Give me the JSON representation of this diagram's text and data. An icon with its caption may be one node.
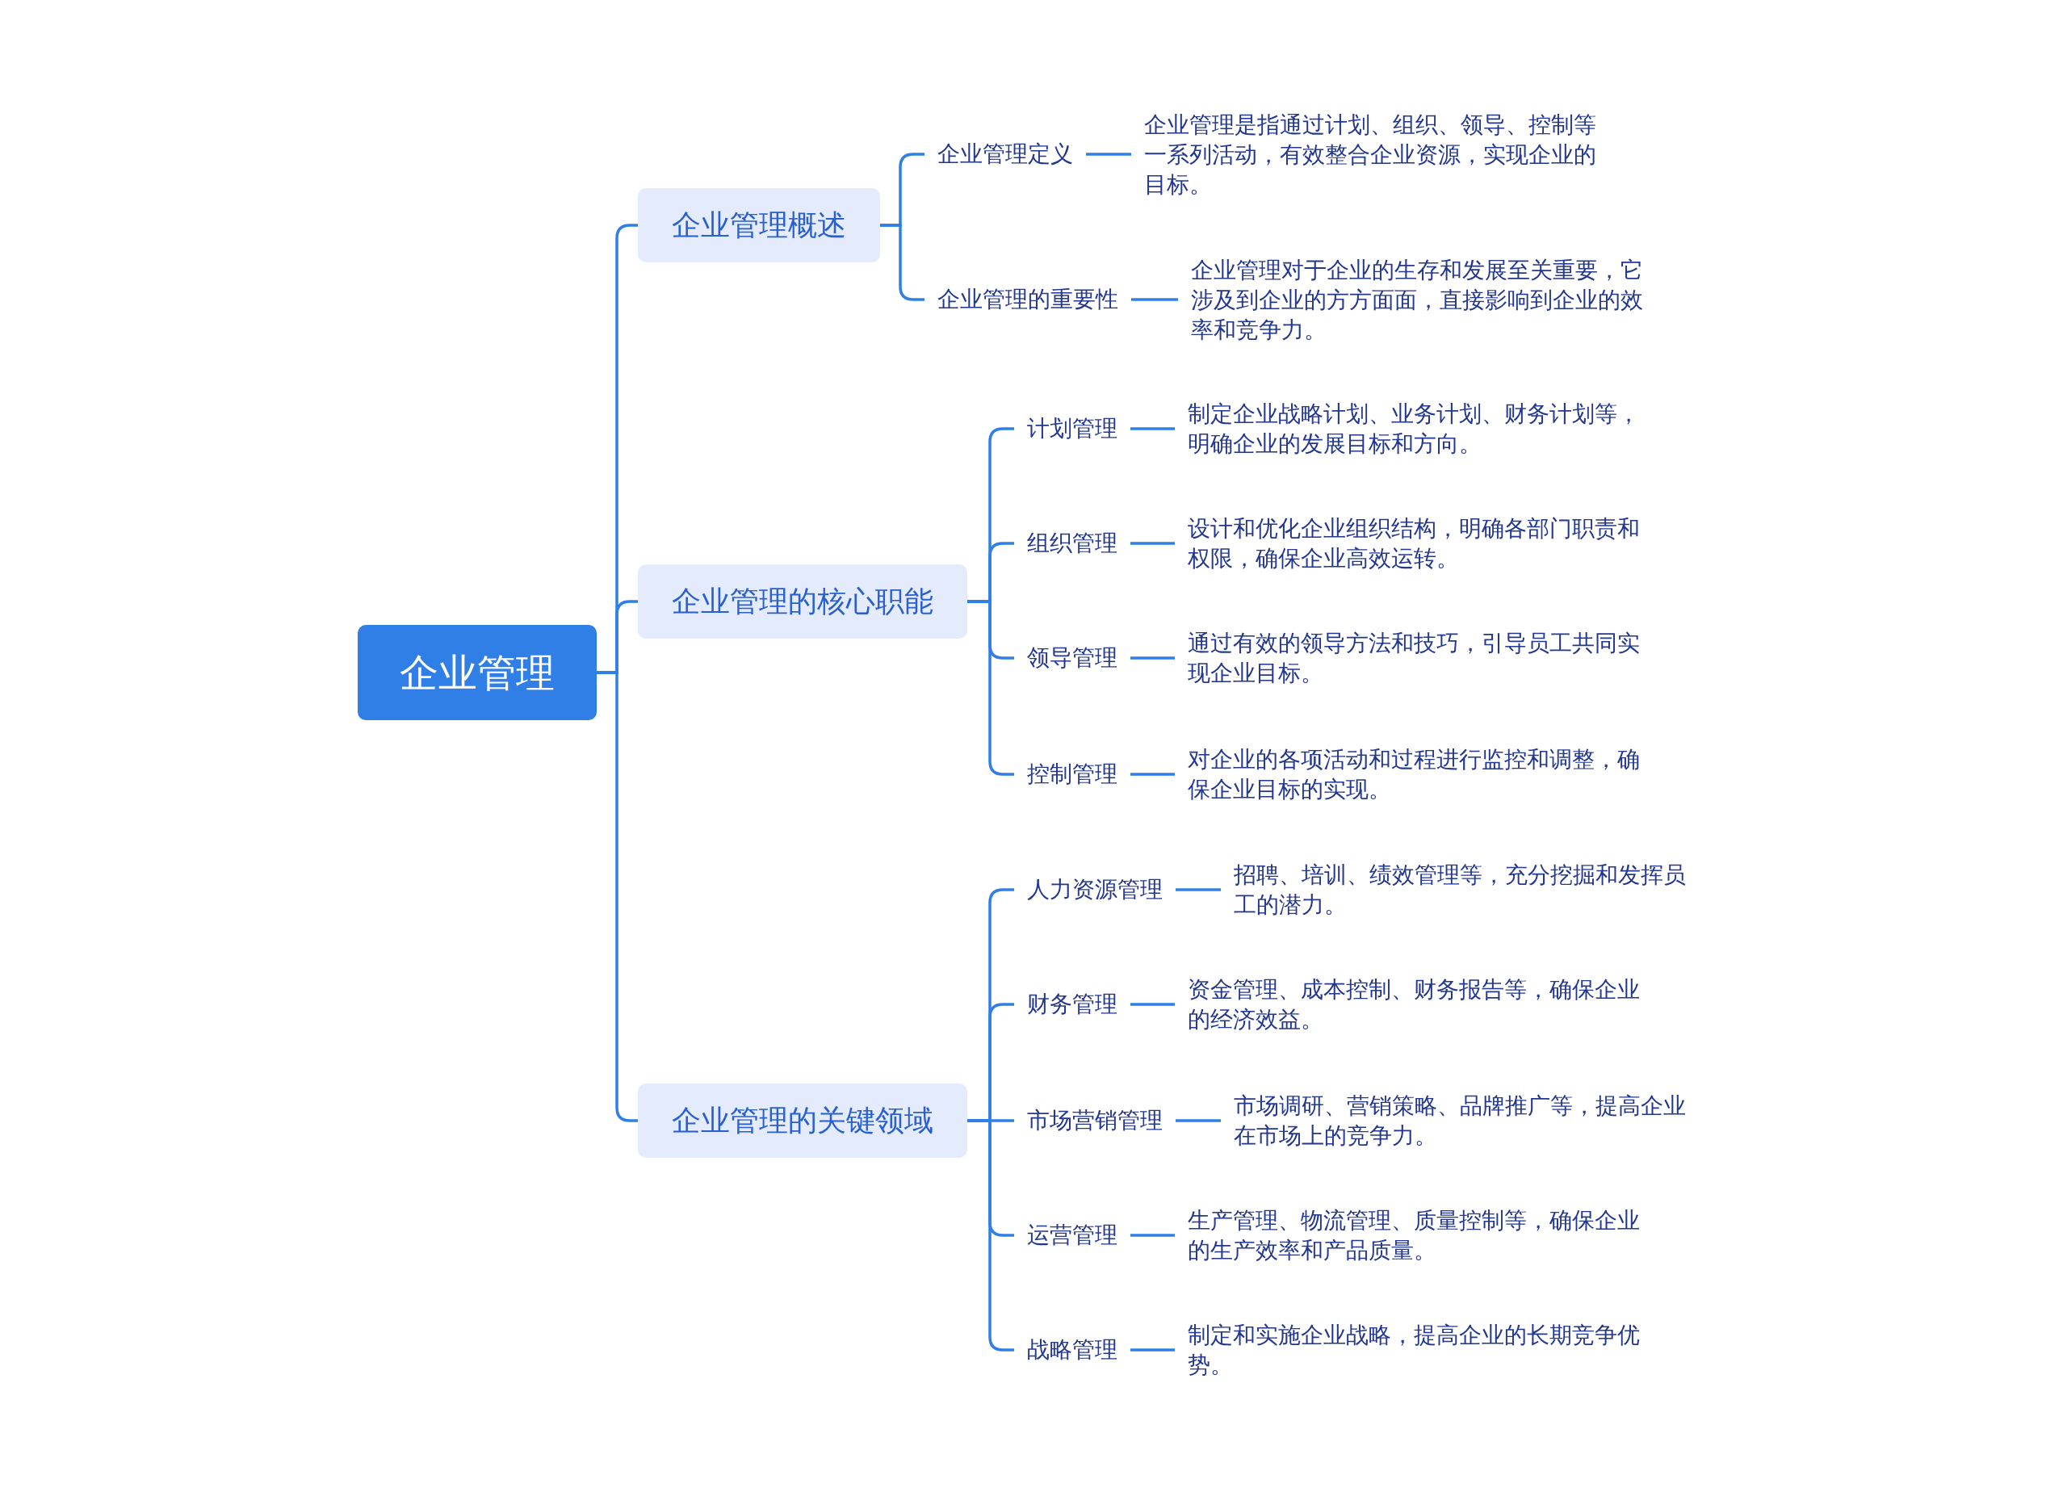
{
  "diagram": {
    "nodes": [
      {
        "text": [
          "企业管理"
        ]
      },
      {
        "text": [
          "企业管理概述"
        ]
      },
      {
        "text": [
          "企业管理定义"
        ]
      },
      {
        "text": [
          "企业管理是指通过计划、组织、领导、控制等一系列活动，有效整合企业资源，实现企业的目标。"
        ]
      },
      {
        "text": [
          "企业管理的重要性"
        ]
      },
      {
        "text": [
          "企业管理对于企业的生存和发展至关重要，它涉及到企业的方方面面，直接影响到企业的效率和竞争力。"
        ]
      },
      {
        "text": [
          "企业管理的核心职能"
        ]
      },
      {
        "text": [
          "计划管理"
        ]
      },
      {
        "text": [
          "制定企业战略计划、业务计划、财务计划等，明确企业的发展目标和方向。"
        ]
      },
      {
        "text": [
          "组织管理"
        ]
      },
      {
        "text": [
          "设计和优化企业组织结构，明确各部门职责和权限，确保企业高效运转。"
        ]
      },
      {
        "text": [
          "领导管理"
        ]
      },
      {
        "text": [
          "通过有效的领导方法和技巧，引导员工共同实现企业目标。"
        ]
      },
      {
        "text": [
          "控制管理"
        ]
      },
      {
        "text": [
          "对企业的各项活动和过程进行监控和调整，确保企业目标的实现。"
        ]
      },
      {
        "text": [
          "企业管理的关键领域"
        ]
      },
      {
        "text": [
          "人力资源管理"
        ]
      },
      {
        "text": [
          "招聘、培训、绩效管理等，充分挖掘和发挥员工的潜力。"
        ]
      },
      {
        "text": [
          "财务管理"
        ]
      },
      {
        "text": [
          "资金管理、成本控制、财务报告等，确保企业的经济效益。"
        ]
      },
      {
        "text": [
          "市场营销管理"
        ]
      },
      {
        "text": [
          "市场调研、营销策略、品牌推广等，提高企业在市场上的竞争力。"
        ]
      },
      {
        "text": [
          "运营管理"
        ]
      },
      {
        "text": [
          "生产管理、物流管理、质量控制等，确保企业的生产效率和产品质量。"
        ]
      },
      {
        "text": [
          "战略管理"
        ]
      },
      {
        "text": [
          "制定和实施企业战略，提高企业的长期竞争优势。"
        ]
      }
    ],
    "edges": [
      {
        "from": 0,
        "to": 1,
        "arrow": "none"
      },
      {
        "from": 0,
        "to": 6,
        "arrow": "none"
      },
      {
        "from": 0,
        "to": 15,
        "arrow": "none"
      },
      {
        "from": 1,
        "to": 2,
        "arrow": "none"
      },
      {
        "from": 2,
        "to": 3,
        "arrow": "none"
      },
      {
        "from": 1,
        "to": 4,
        "arrow": "none"
      },
      {
        "from": 4,
        "to": 5,
        "arrow": "none"
      },
      {
        "from": 6,
        "to": 7,
        "arrow": "none"
      },
      {
        "from": 7,
        "to": 8,
        "arrow": "none"
      },
      {
        "from": 6,
        "to": 9,
        "arrow": "none"
      },
      {
        "from": 9,
        "to": 10,
        "arrow": "none"
      },
      {
        "from": 6,
        "to": 11,
        "arrow": "none"
      },
      {
        "from": 11,
        "to": 12,
        "arrow": "none"
      },
      {
        "from": 6,
        "to": 13,
        "arrow": "none"
      },
      {
        "from": 13,
        "to": 14,
        "arrow": "none"
      },
      {
        "from": 15,
        "to": 16,
        "arrow": "none"
      },
      {
        "from": 16,
        "to": 17,
        "arrow": "none"
      },
      {
        "from": 15,
        "to": 18,
        "arrow": "none"
      },
      {
        "from": 18,
        "to": 19,
        "arrow": "none"
      },
      {
        "from": 15,
        "to": 20,
        "arrow": "none"
      },
      {
        "from": 20,
        "to": 21,
        "arrow": "none"
      },
      {
        "from": 15,
        "to": 22,
        "arrow": "none"
      },
      {
        "from": 22,
        "to": 23,
        "arrow": "none"
      },
      {
        "from": 15,
        "to": 24,
        "arrow": "none"
      },
      {
        "from": 24,
        "to": 25,
        "arrow": "none"
      }
    ]
  }
}
